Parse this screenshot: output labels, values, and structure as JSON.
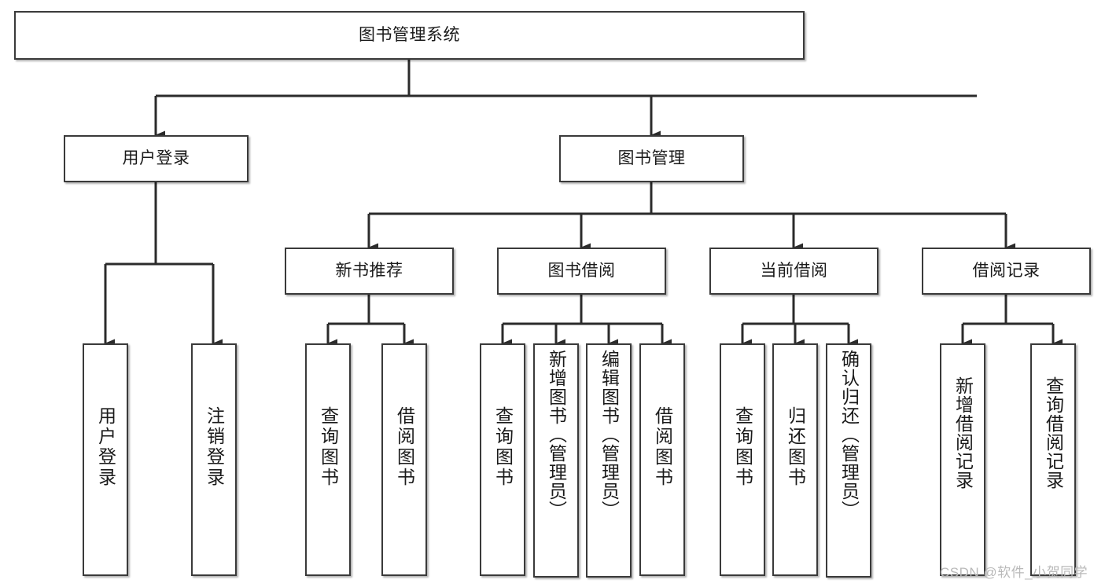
{
  "diagram": {
    "title": "图书管理系统",
    "type": "tree-hierarchy",
    "watermark": "CSDN @软件_小贺同学",
    "colors": {
      "box_border": "#3a3a3a",
      "box_fill": "#ffffff",
      "connector": "#2b2b2b",
      "text": "#1a1a1a",
      "watermark": "#b9b9b9"
    },
    "nodes": {
      "root": {
        "label": "图书管理系统",
        "level": 1
      },
      "l2_user_login": {
        "label": "用户登录",
        "level": 2
      },
      "l2_book_mgmt": {
        "label": "图书管理",
        "level": 2
      },
      "l3_new_book_rec": {
        "label": "新书推荐",
        "level": 3
      },
      "l3_book_borrow": {
        "label": "图书借阅",
        "level": 3
      },
      "l3_current_borrow": {
        "label": "当前借阅",
        "level": 3
      },
      "l3_borrow_record": {
        "label": "借阅记录",
        "level": 3
      },
      "leaf_user_login": {
        "label": "用户登录",
        "level": 4
      },
      "leaf_logout": {
        "label": "注销登录",
        "level": 4
      },
      "leaf_query_book_a": {
        "label": "查询图书",
        "level": 4
      },
      "leaf_borrow_book_a": {
        "label": "借阅图书",
        "level": 4
      },
      "leaf_query_book_b": {
        "label": "查询图书",
        "level": 4
      },
      "leaf_add_book": {
        "label": "新增图书（管理员）",
        "level": 4
      },
      "leaf_edit_book": {
        "label": "编辑图书（管理员）",
        "level": 4
      },
      "leaf_borrow_book_b": {
        "label": "借阅图书",
        "level": 4
      },
      "leaf_query_book_c": {
        "label": "查询图书",
        "level": 4
      },
      "leaf_return_book": {
        "label": "归还图书",
        "level": 4
      },
      "leaf_confirm_return": {
        "label": "确认归还（管理员）",
        "level": 4
      },
      "leaf_add_record": {
        "label": "新增借阅记录",
        "level": 4
      },
      "leaf_query_record": {
        "label": "查询借阅记录",
        "level": 4
      }
    }
  }
}
